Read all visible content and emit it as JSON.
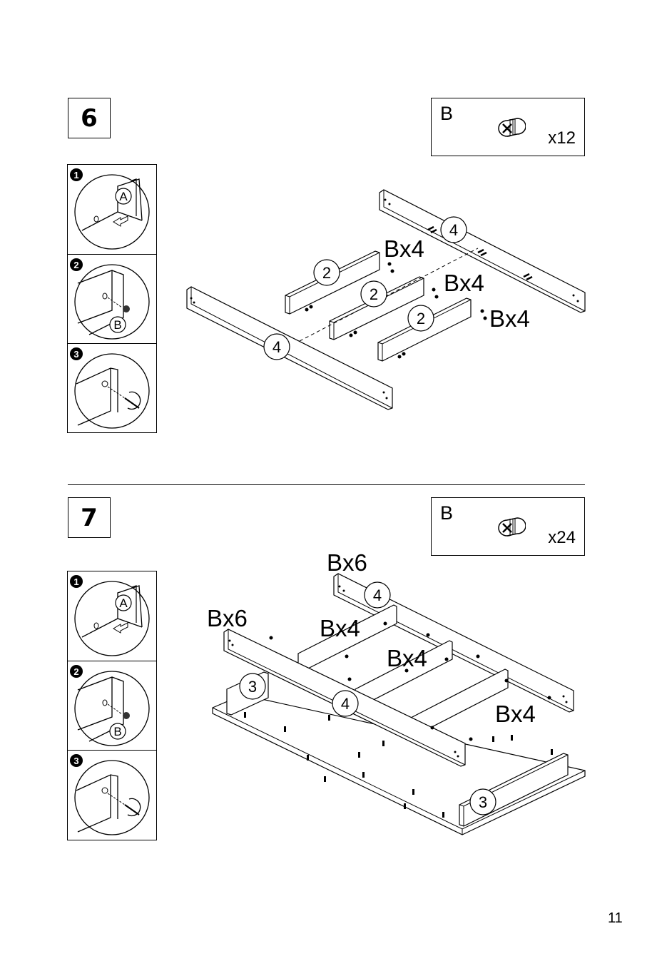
{
  "page_number": "11",
  "steps": [
    {
      "number": "6",
      "parts_box": {
        "letter": "B",
        "quantity": "x12",
        "icon": "cam-lock-icon"
      },
      "details": [
        {
          "badge": "1",
          "letter": "A"
        },
        {
          "badge": "2",
          "letter": "B"
        },
        {
          "badge": "3"
        }
      ],
      "callouts": {
        "rail_back": "4",
        "rail_front": "4",
        "slat_1": "2",
        "slat_2": "2",
        "slat_3": "2",
        "qty_1": "Bx4",
        "qty_2": "Bx4",
        "qty_3": "Bx4"
      }
    },
    {
      "number": "7",
      "parts_box": {
        "letter": "B",
        "quantity": "x24",
        "icon": "cam-lock-icon"
      },
      "details": [
        {
          "badge": "1",
          "letter": "A"
        },
        {
          "badge": "2",
          "letter": "B"
        },
        {
          "badge": "3"
        }
      ],
      "callouts": {
        "rail_back": "4",
        "rail_front": "4",
        "end_left": "3",
        "end_right": "3",
        "qty_back": "Bx6",
        "qty_front": "Bx6",
        "qty_slat_1": "Bx4",
        "qty_slat_2": "Bx4",
        "qty_slat_3": "Bx4"
      }
    }
  ]
}
